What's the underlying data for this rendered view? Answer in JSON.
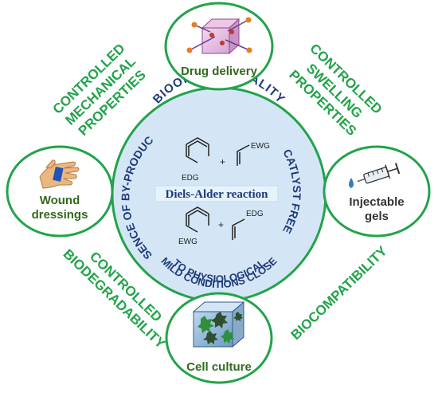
{
  "center": {
    "arc_top": "BIOORTHOGONALITY",
    "arc_right": "CATLYST FREE",
    "arc_left": "ABSENCE OF BY-PRODUCTS",
    "arc_bottom_1": "MILD CONDITIONS CLOSE",
    "arc_bottom_2": "TO PHYSIOLOGICAL",
    "reaction_label": "Diels-Alder reaction",
    "plus_1": "+",
    "plus_2": "+",
    "ewg_1": "EWG",
    "edg_1": "EDG",
    "edg_2": "EDG",
    "ewg_2": "EWG"
  },
  "applications": {
    "top": "Drug delivery",
    "right_1": "Injectable",
    "right_2": "gels",
    "bottom": "Cell culture",
    "left_1": "Wound",
    "left_2": "dressings"
  },
  "properties": {
    "top_left": [
      "CONTROLLED",
      "MECHANICAL",
      "PROPERTIES"
    ],
    "top_right": [
      "CONTROLLED",
      "SWELLING",
      "PROPERTIES"
    ],
    "bottom_left": [
      "CONTROLLED",
      "BIODEGRADABILITY"
    ],
    "bottom_right": [
      "BIOCOMPATIBILITY"
    ]
  },
  "colors": {
    "green": "#22a34a",
    "navy": "#1f3a7a",
    "light_blue": "#d4e6f5",
    "label_green": "#33691e"
  }
}
